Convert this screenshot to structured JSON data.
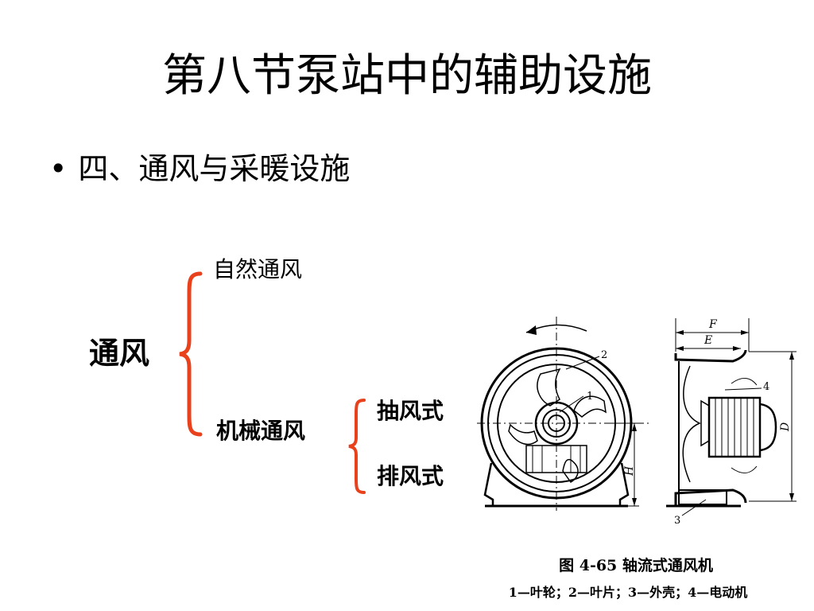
{
  "slide": {
    "title": "第八节泵站中的辅助设施",
    "bullet": {
      "marker": "•",
      "text": "四、通风与采暖设施"
    }
  },
  "classification": {
    "main_term": "通风",
    "natural": "自然通风",
    "mechanical": "机械通风",
    "mechanical_types": [
      "抽风式",
      "排风式"
    ],
    "brace_color": "#e8411c"
  },
  "figure": {
    "labels": {
      "F": "F",
      "E": "E",
      "H": "H",
      "D": "D",
      "n1": "1",
      "n2": "2",
      "n3": "3",
      "n4": "4"
    },
    "title": "图 4-65   轴流式通风机",
    "caption": "1—叶轮；2—叶片；3—外壳；4—电动机"
  }
}
